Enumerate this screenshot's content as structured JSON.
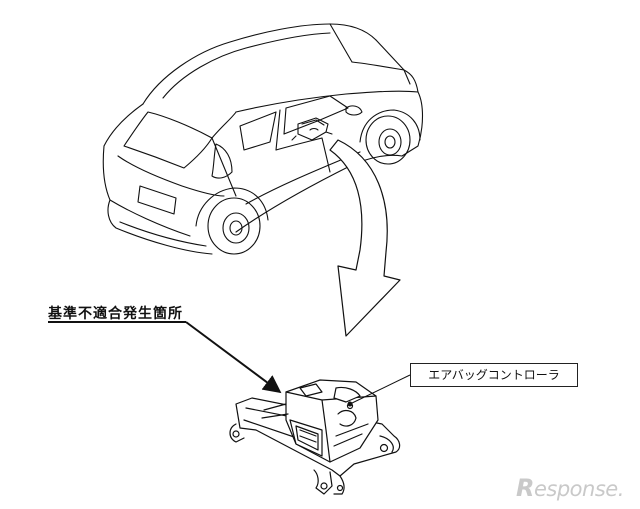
{
  "labels": {
    "defect_location": "基準不適合発生箇所",
    "component": "エアバッグコントローラ"
  },
  "watermark": {
    "r_mark": "R",
    "text": "esponse."
  },
  "icons": {
    "vehicle": "car-outline-icon",
    "arrow": "curved-arrow-down-icon",
    "leader": "leader-line-arrow-icon"
  },
  "colors": {
    "line": "#111111",
    "watermark": "#c9c9c9"
  }
}
